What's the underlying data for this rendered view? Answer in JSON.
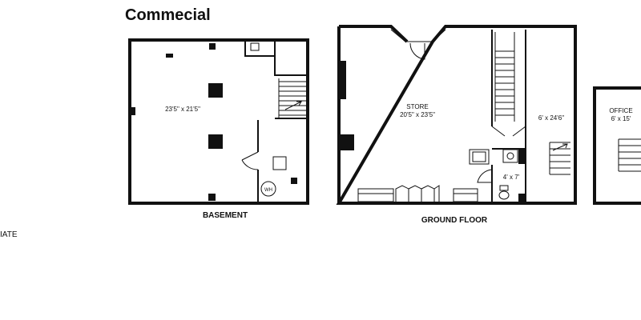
{
  "title": "Commecial",
  "side_note": "IATE",
  "floors": {
    "basement": {
      "label": "BASEMENT",
      "room_dims": "23'5\" x 21'5\"",
      "wh": "WH"
    },
    "ground": {
      "label": "GROUND FLOOR",
      "store_name": "STORE",
      "store_dims": "20'5\" x 23'5\"",
      "hall_dims": "6' x 24'6\"",
      "wc_dims": "4' x 7'"
    },
    "office": {
      "name": "OFFICE",
      "dims": "6' x 15'"
    }
  }
}
